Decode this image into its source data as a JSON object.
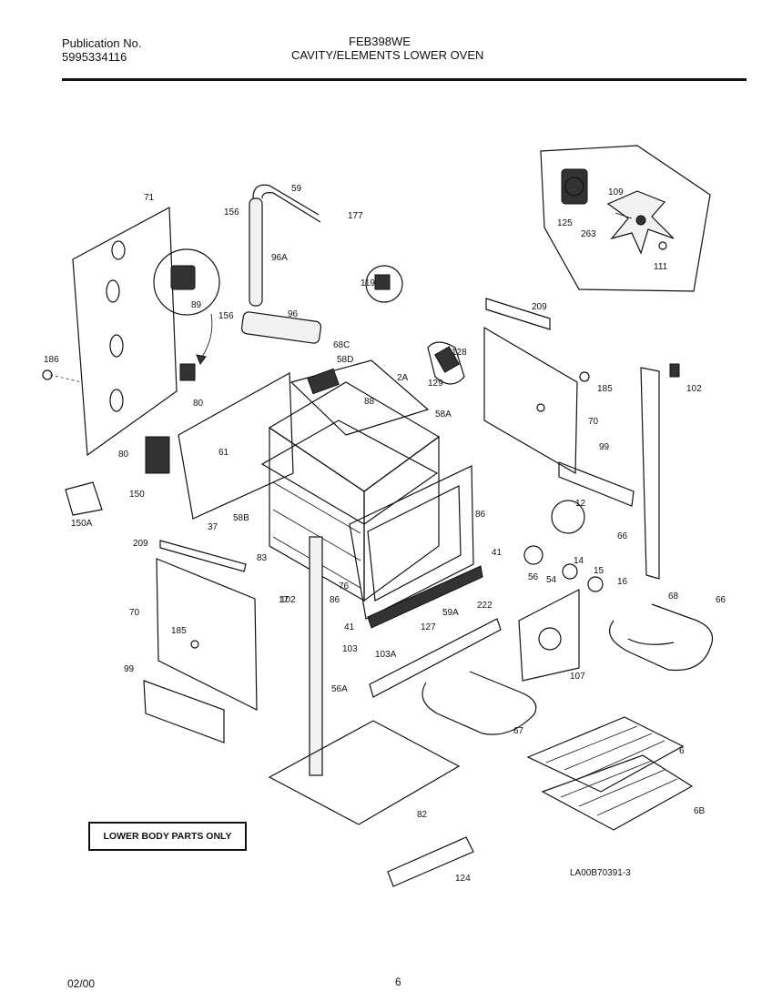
{
  "header": {
    "publication_label": "Publication No.",
    "publication_number": "5995334116",
    "model": "FEB398WE",
    "section_title": "CAVITY/ELEMENTS LOWER OVEN"
  },
  "footer": {
    "date": "02/00",
    "page": "6"
  },
  "diagram": {
    "note_box": "LOWER BODY PARTS ONLY",
    "drawing_id": "LA00B70391-3",
    "part_labels": [
      "71",
      "156",
      "59",
      "177",
      "96A",
      "119",
      "125",
      "109",
      "263",
      "111",
      "89",
      "156",
      "96",
      "68C",
      "58D",
      "128",
      "129",
      "209",
      "186",
      "80",
      "80",
      "2A",
      "88",
      "58A",
      "185",
      "102",
      "70",
      "99",
      "150",
      "61",
      "12",
      "150A",
      "58B",
      "86",
      "37",
      "209",
      "83",
      "41",
      "66",
      "56",
      "54",
      "14",
      "15",
      "16",
      "17",
      "76",
      "86",
      "41",
      "59A",
      "222",
      "102",
      "70",
      "185",
      "103",
      "127",
      "103A",
      "107",
      "68",
      "66",
      "99",
      "56A",
      "67",
      "6",
      "82",
      "6B",
      "124"
    ]
  }
}
